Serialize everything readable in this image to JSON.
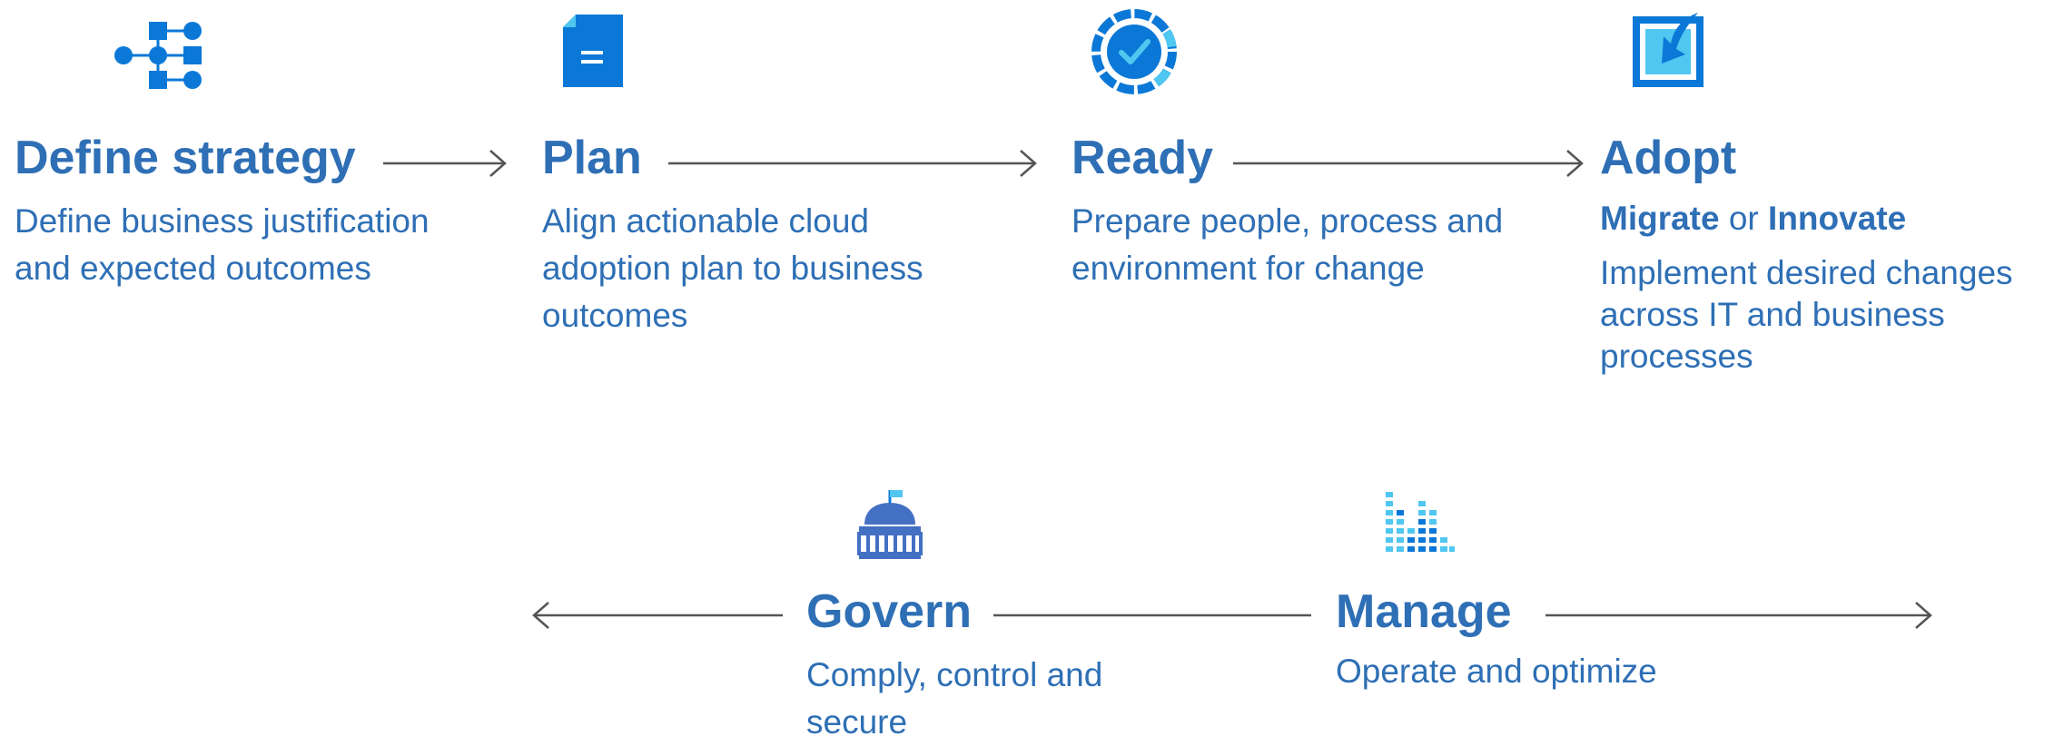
{
  "steps": {
    "define_strategy": {
      "title": "Define strategy",
      "description": "Define business justification and expected outcomes",
      "icon": "flowchart-icon"
    },
    "plan": {
      "title": "Plan",
      "description": "Align actionable cloud adoption plan to business outcomes",
      "icon": "document-icon"
    },
    "ready": {
      "title": "Ready",
      "description": "Prepare people, process and environment for change",
      "icon": "checkmark-circle-icon"
    },
    "adopt": {
      "title": "Adopt",
      "sub_migrate": "Migrate",
      "sub_or": " or ",
      "sub_innovate": "Innovate",
      "description": "Implement desired changes across IT and business processes",
      "icon": "checkbox-arrow-icon"
    },
    "govern": {
      "title": "Govern",
      "description": "Comply, control and secure",
      "icon": "capitol-building-icon"
    },
    "manage": {
      "title": "Manage",
      "description": "Operate and optimize",
      "icon": "bar-chart-icon"
    }
  },
  "colors": {
    "text": "#2e6fb5",
    "icon_dark": "#0b78d7",
    "icon_light": "#50c7f0",
    "arrow": "#555555"
  }
}
